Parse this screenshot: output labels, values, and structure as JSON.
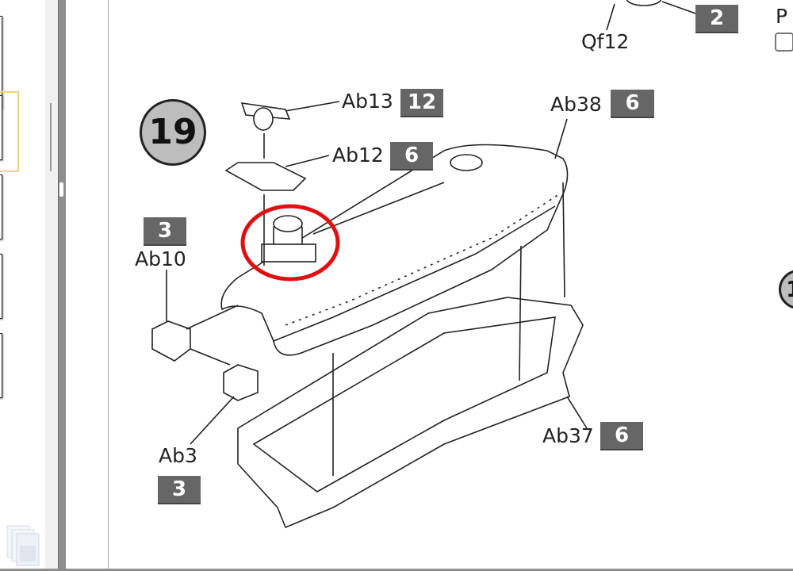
{
  "viewer": {
    "sidebar": "page-thumbnails",
    "selected_thumbnail": 2
  },
  "diagram": {
    "step_number": "19",
    "next_step_partial": "1",
    "partial_label_right": "P",
    "callouts": [
      {
        "part": "Qf12",
        "qty": "2"
      },
      {
        "part": "Ab13",
        "qty": "12"
      },
      {
        "part": "Ab12",
        "qty": "6"
      },
      {
        "part": "Ab38",
        "qty": "6"
      },
      {
        "part": "Ab10",
        "qty": "3"
      },
      {
        "part": "Ab3",
        "qty": "3"
      },
      {
        "part": "Ab37",
        "qty": "6"
      }
    ],
    "highlight_color": "#e01010"
  }
}
